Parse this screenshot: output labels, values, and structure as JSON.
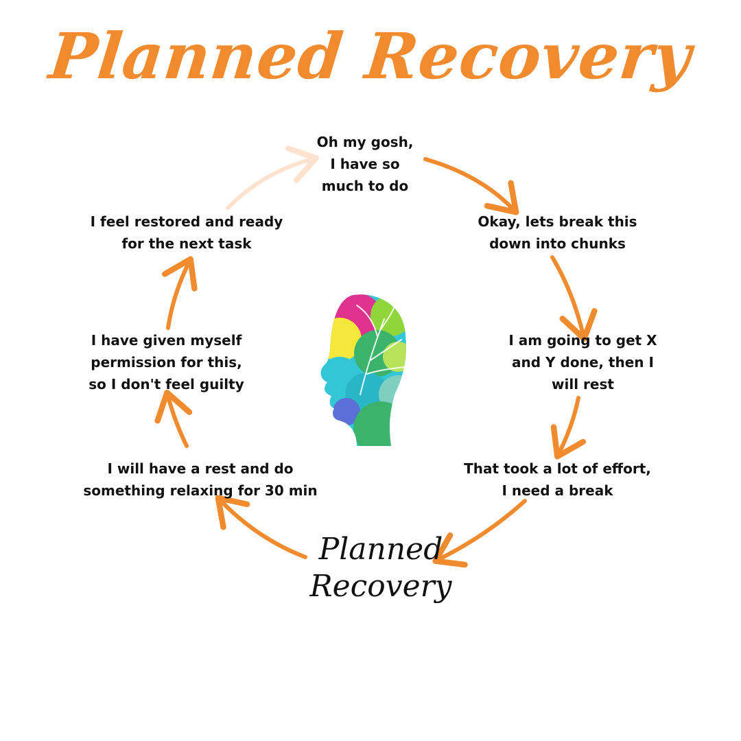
{
  "title": "Planned Recovery",
  "center_label": "Planned\nRecovery",
  "steps": [
    "Oh my gosh,\nI have so\nmuch to do",
    "Okay, lets break this\ndown into chunks",
    "I am going to get X\nand Y done, then I\nwill rest",
    "That took a lot of effort,\nI need a break",
    "I will have a rest and do\nsomething relaxing for 30 min",
    "I have given myself\npermission for this,\nso I don't feel guilty",
    "I feel restored and ready\nfor the next task"
  ],
  "colors": {
    "accent": "#f28a2e",
    "accent_faded": "#fde3cf",
    "text": "#111111",
    "head_colors": [
      "#e0338f",
      "#8ed63a",
      "#f5e83a",
      "#33c6d6",
      "#3bb36b",
      "#5c6fd6",
      "#29b6c6"
    ]
  },
  "icons": {
    "arrow": "arrow-icon",
    "head": "colorful-head-icon"
  }
}
